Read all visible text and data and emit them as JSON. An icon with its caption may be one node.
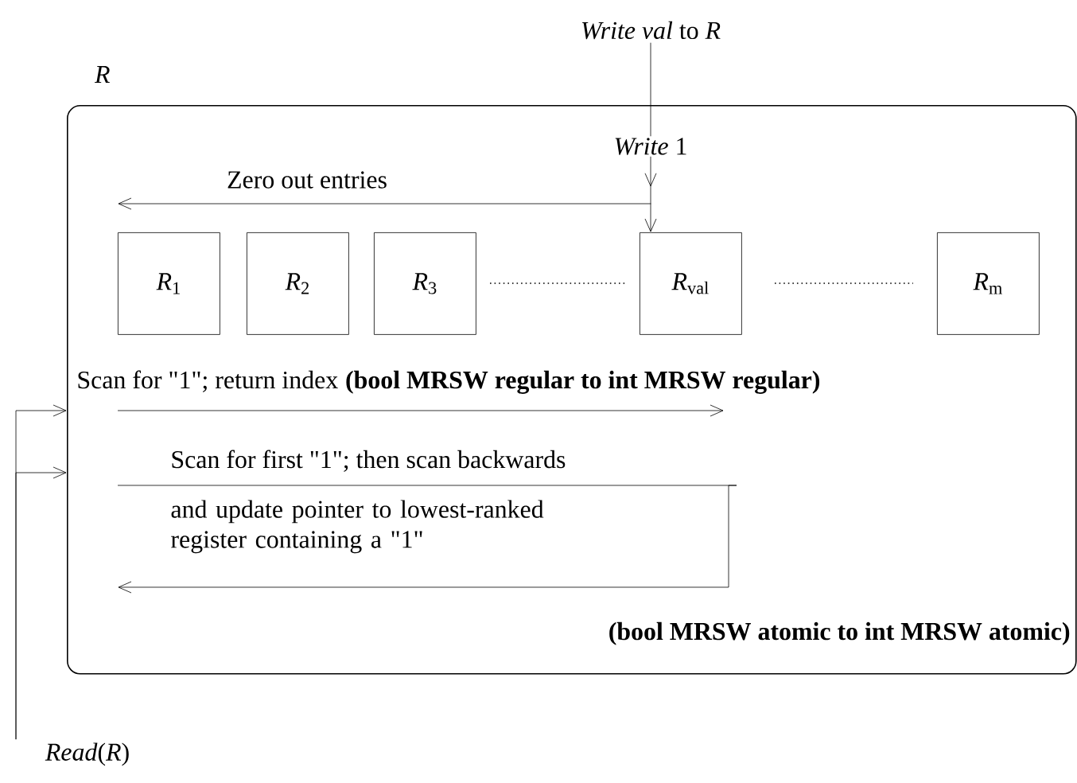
{
  "diagram": {
    "nodes": [
      {
        "text": [
          "*R*"
        ]
      },
      {
        "text": [
          "*R*$_{1}$"
        ],
        "in": 0
      },
      {
        "text": [
          "*R*$_{2}$"
        ],
        "in": 0
      },
      {
        "text": [
          "*R*$_{3}$"
        ],
        "in": 0
      },
      {
        "text": [
          "*R*$_{val}$"
        ],
        "in": 0
      },
      {
        "text": [
          "*R*$_{m}$"
        ],
        "in": 0
      },
      {
        "text": [
          "*Write val* to *R*"
        ]
      },
      {
        "text": [
          "*Read*(*R*)"
        ]
      }
    ],
    "edges": [
      {
        "from": 6,
        "to": 4,
        "arrow": "to",
        "label": "*Write* 1"
      },
      {
        "from": 4,
        "to": null,
        "arrow": "to",
        "label": "Zero out entries"
      },
      {
        "from": 7,
        "to": 0,
        "arrow": "to"
      },
      {
        "from": 7,
        "to": 0,
        "arrow": "to"
      }
    ],
    "labels": [
      "Scan for \"1\"; return index",
      "**(bool MRSW regular to int MRSW regular)**",
      "Scan for first \"1\"; then scan backwards",
      "and update pointer to lowest-ranked register containing a \"1\"",
      "**(bool MRSW atomic to int MRSW atomic)**"
    ]
  }
}
